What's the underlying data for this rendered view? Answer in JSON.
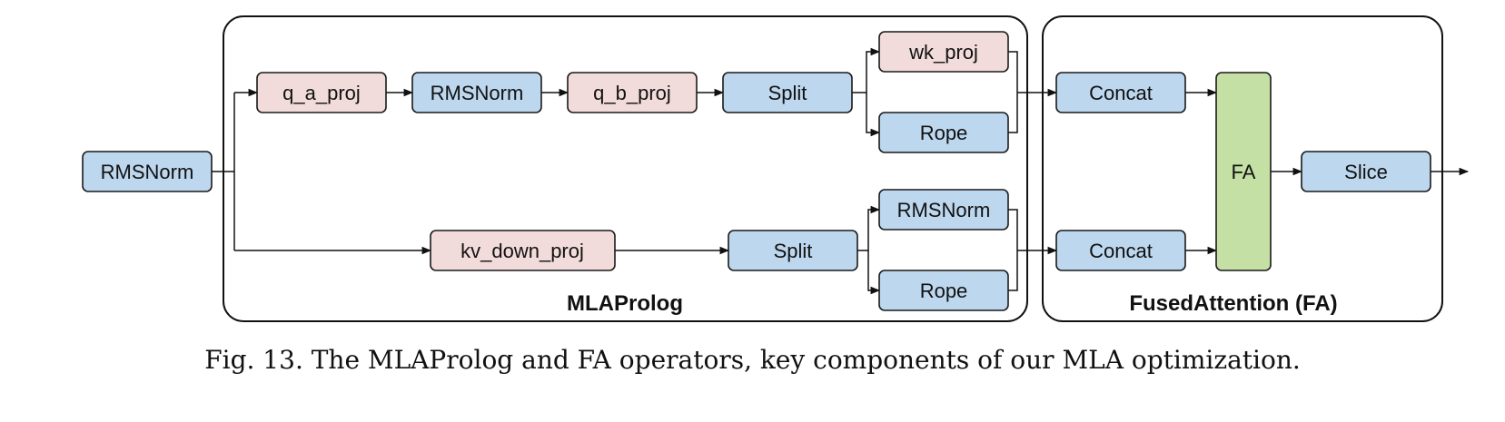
{
  "groups": {
    "mlaprolog": "MLAProlog",
    "fused_attention": "FusedAttention (FA)"
  },
  "nodes": {
    "input_rmsnorm": "RMSNorm",
    "q_a_proj": "q_a_proj",
    "q_rmsnorm": "RMSNorm",
    "q_b_proj": "q_b_proj",
    "q_split": "Split",
    "wk_proj": "wk_proj",
    "q_rope": "Rope",
    "kv_down_proj": "kv_down_proj",
    "kv_split": "Split",
    "kv_rmsnorm": "RMSNorm",
    "kv_rope": "Rope",
    "q_concat": "Concat",
    "kv_concat": "Concat",
    "fa": "FA",
    "slice": "Slice"
  },
  "colors": {
    "blue": "#bdd7ee",
    "pink": "#f2dcdb",
    "green": "#c5e0a5"
  },
  "caption": "Fig. 13.  The MLAProlog and FA operators, key components of our MLA optimization."
}
